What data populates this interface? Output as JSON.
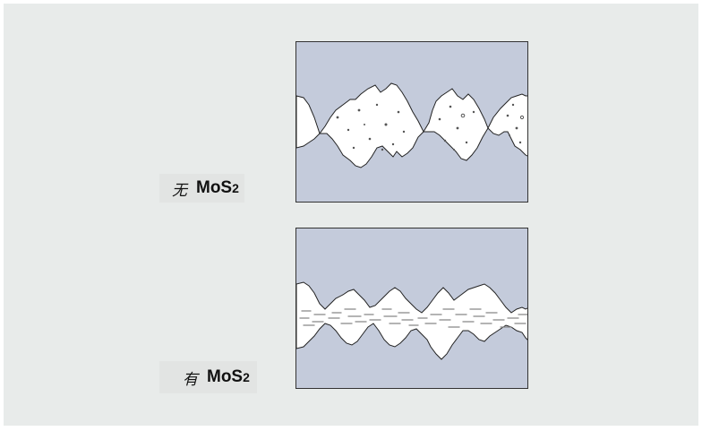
{
  "labels": {
    "without": {
      "prefix": "无",
      "compound": "MoS",
      "subscript": "2"
    },
    "with": {
      "prefix": "有",
      "compound": "MoS",
      "subscript": "2"
    }
  },
  "colors": {
    "background": "#e8ebea",
    "panel_fill": "#c4cbdb",
    "gap_fill": "#ffffff",
    "border": "#333333",
    "particles": "#555555",
    "lamellae": "#888888"
  }
}
